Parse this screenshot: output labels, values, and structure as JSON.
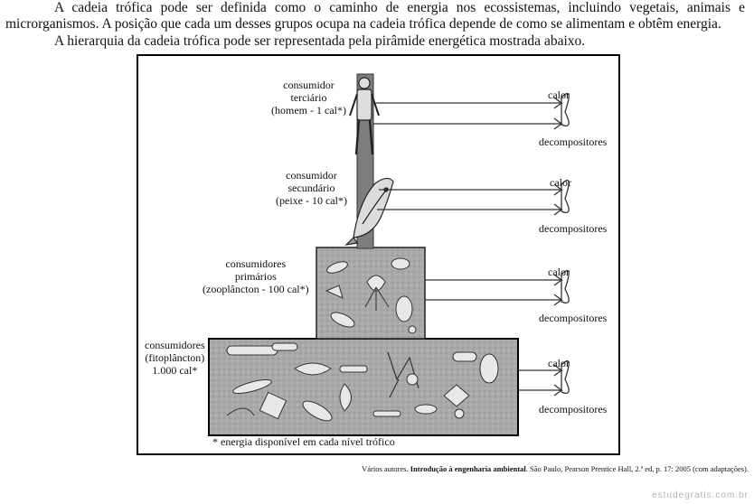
{
  "text": {
    "paragraph1": "A cadeia trófica pode ser definida como o caminho de energia nos ecossistemas, incluindo vegetais, animais e microrganismos. A posição que cada um desses grupos ocupa na cadeia trófica depende de como se alimentam e obtêm energia.",
    "paragraph2": "A hierarquia da cadeia trófica pode ser representada pela pirâmide energética mostrada abaixo."
  },
  "diagram": {
    "levels": [
      {
        "label_lines": [
          "consumidor",
          "terciário",
          "(homem - 1 cal*)"
        ],
        "heat": "calor",
        "decomposers": "decompositores"
      },
      {
        "label_lines": [
          "consumidor",
          "secundário",
          "(peixe - 10 cal*)"
        ],
        "heat": "calor",
        "decomposers": "decompositores"
      },
      {
        "label_lines": [
          "consumidores",
          "primários",
          "(zooplâncton - 100 cal*)"
        ],
        "heat": "calor",
        "decomposers": "decompositores"
      },
      {
        "label_lines": [
          "consumidores",
          "(fitoplâncton)",
          "1.000 cal*"
        ],
        "heat": "calor",
        "decomposers": "decompositores"
      }
    ],
    "footnote": "* energia disponível em cada nível trófico"
  },
  "citation": {
    "before": "Vários autores. ",
    "title": "Introdução à engenharia ambiental",
    "after": ". São Paulo, Pearson Prentice Hall, 2.ª ed, p. 17: 2005 (com adaptações)."
  },
  "watermark": "estudegratis.com.br"
}
